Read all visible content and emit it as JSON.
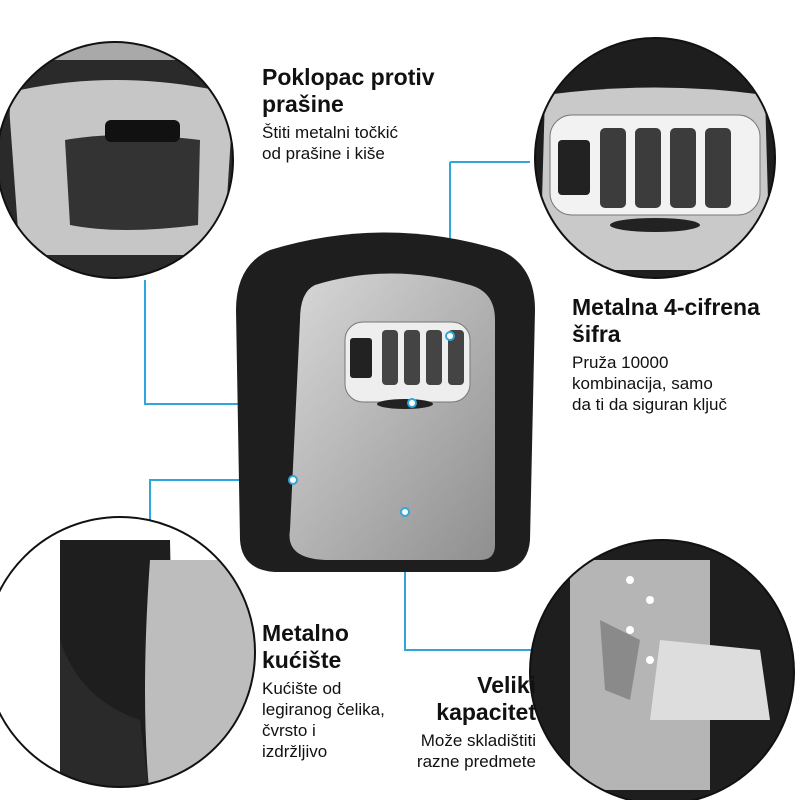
{
  "callouts": {
    "dust_cover": {
      "title_line1": "Poklopac protiv",
      "title_line2": "prašine",
      "desc_line1": "Štiti metalni točkić",
      "desc_line2": "od prašine i kiše"
    },
    "code": {
      "title_line1": "Metalna 4-cifrena",
      "title_line2": "šifra",
      "desc_line1": "Pruža 10000",
      "desc_line2": "kombinacija, samo",
      "desc_line3": "da ti da siguran ključ"
    },
    "housing": {
      "title_line1": "Metalno",
      "title_line2": "kućište",
      "desc_line1": "Kućište od",
      "desc_line2": "legiranog čelika,",
      "desc_line3": "čvrsto i",
      "desc_line4": "izdržljivo"
    },
    "capacity": {
      "title_line1": "Veliki",
      "title_line2": "kapacitet",
      "desc_line1": "Može skladištiti",
      "desc_line2": "razne predmete"
    }
  },
  "colors": {
    "accent": "#2fa6dc",
    "housing": "#1e1e1e",
    "panel": "#b9b9b9"
  }
}
